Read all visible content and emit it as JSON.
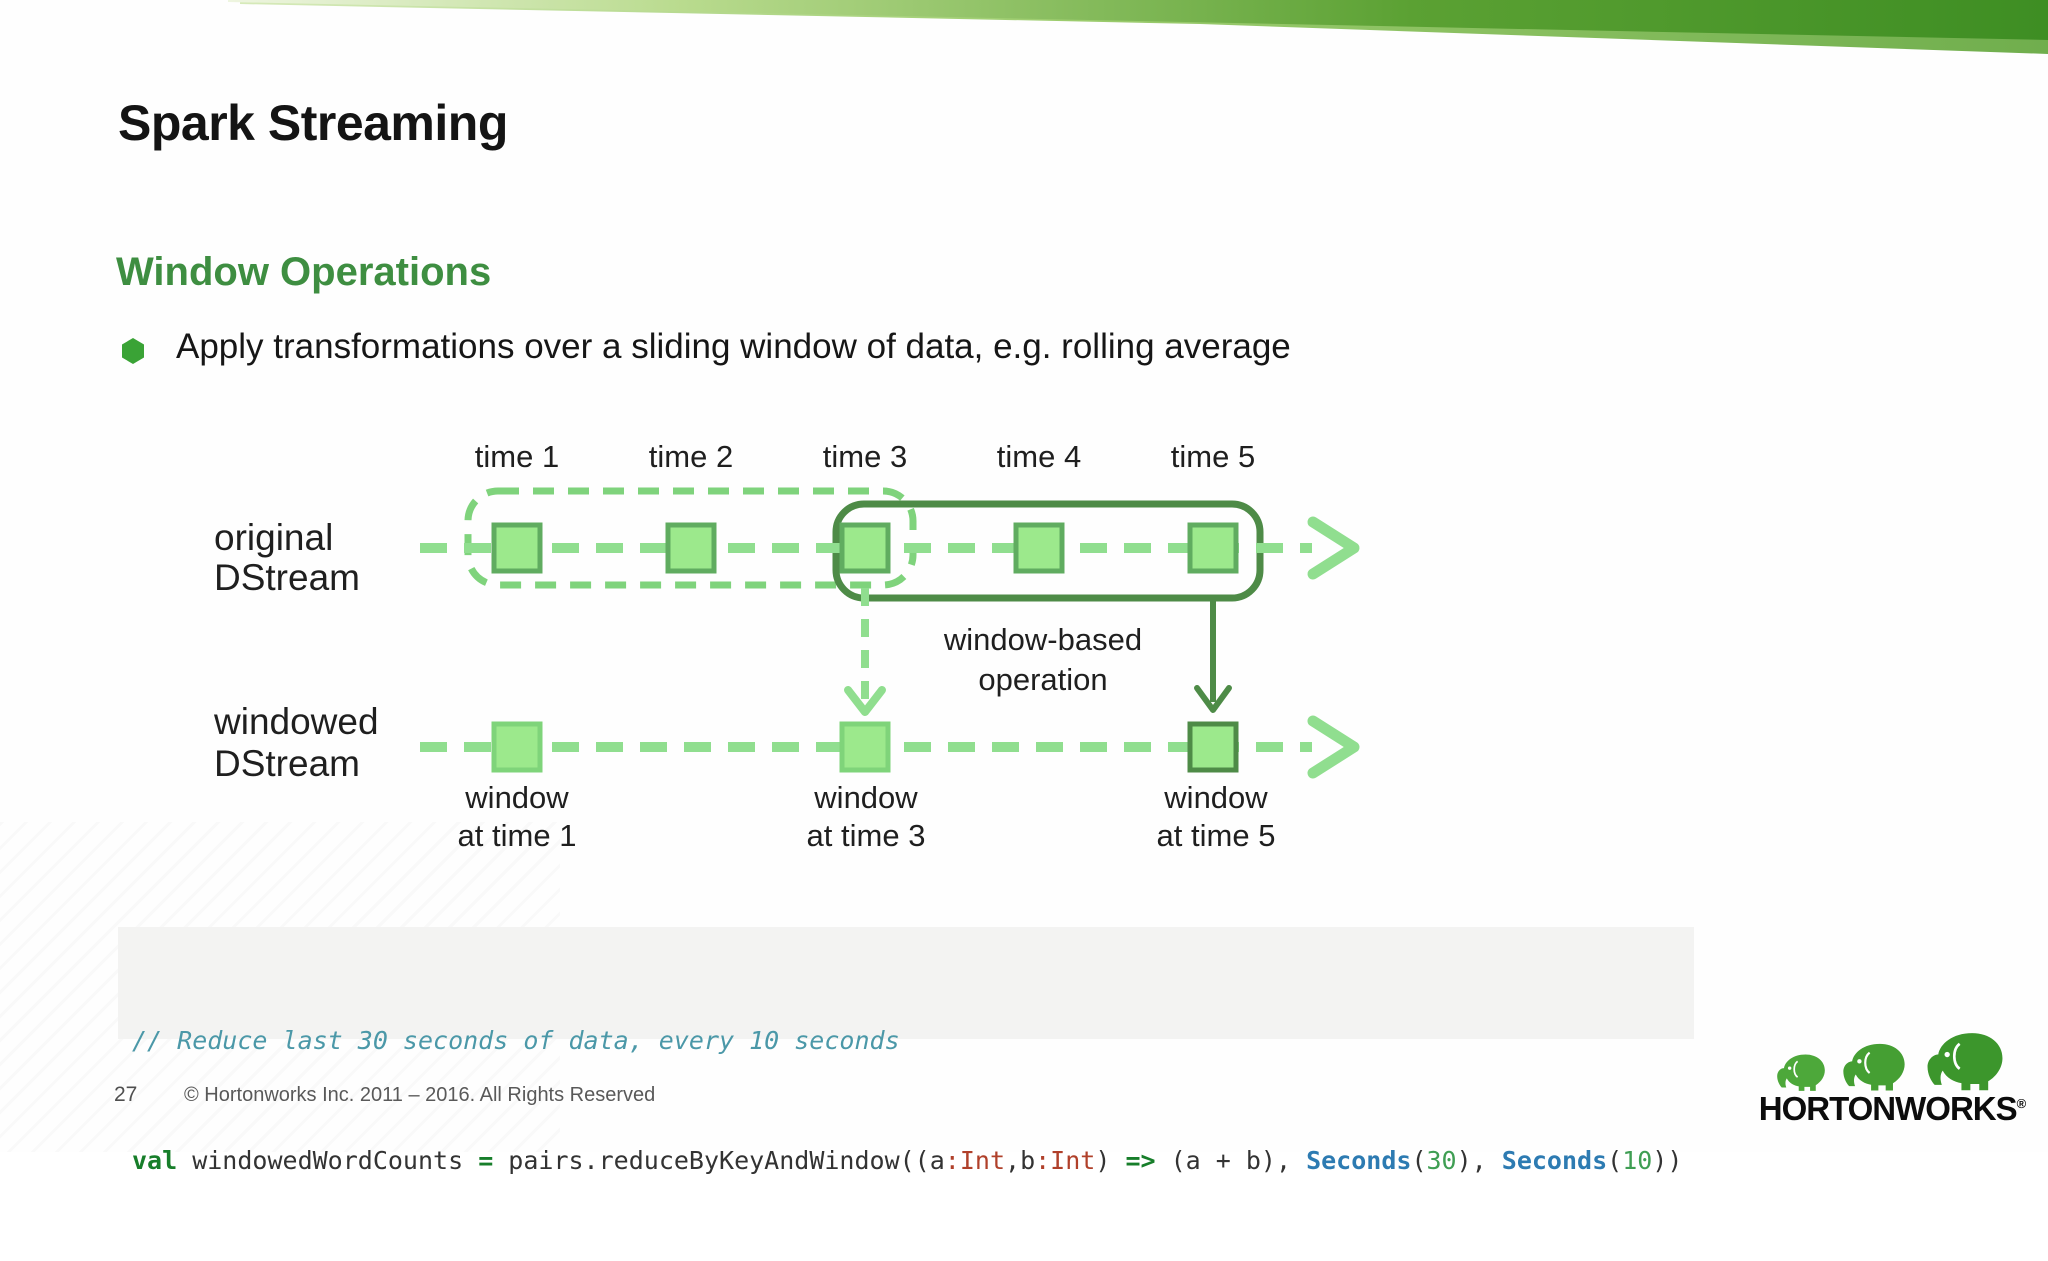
{
  "slide": {
    "title": "Spark Streaming",
    "heading": "Window Operations",
    "bullet": "Apply transformations over a sliding window of data, e.g. rolling average"
  },
  "diagram": {
    "time_labels": [
      "time 1",
      "time 2",
      "time 3",
      "time 4",
      "time 5"
    ],
    "stream_labels": {
      "original_line1": "original",
      "original_line2": "DStream",
      "windowed_line1": "windowed",
      "windowed_line2": "DStream"
    },
    "operation_line1": "window-based",
    "operation_line2": "operation",
    "window_labels": [
      {
        "line1": "window",
        "line2": "at time 1"
      },
      {
        "line1": "window",
        "line2": "at time 3"
      },
      {
        "line1": "window",
        "line2": "at time 5"
      }
    ],
    "colors": {
      "stream_dash": "#90de8f",
      "box_fill": "#9ce98c",
      "box_stroke": "#60ac60",
      "windowed_box_stroke_light": "#7fd47a",
      "dashed_window_rect": "#7fd37c",
      "solid_window_rect": "#4e8b47",
      "label_text": "#1f1f1f"
    }
  },
  "code": {
    "background": "#f3f3f2",
    "lines": [
      {
        "tokens": [
          {
            "text": "// Reduce last 30 seconds of data, every 10 seconds",
            "color": "#4b98a8",
            "italic": true
          }
        ]
      },
      {
        "tokens": [
          {
            "text": "val",
            "color": "#177e2a",
            "bold": true
          },
          {
            "text": " windowedWordCounts ",
            "color": "#333333"
          },
          {
            "text": "=",
            "color": "#177e2a",
            "bold": true
          },
          {
            "text": " pairs.reduceByKeyAndWindow((a",
            "color": "#333333"
          },
          {
            "text": ":Int",
            "color": "#b0402a"
          },
          {
            "text": ",b",
            "color": "#333333"
          },
          {
            "text": ":Int",
            "color": "#b0402a"
          },
          {
            "text": ") ",
            "color": "#333333"
          },
          {
            "text": "=>",
            "color": "#177e2a",
            "bold": true
          },
          {
            "text": " (a + b), ",
            "color": "#333333"
          },
          {
            "text": "Seconds",
            "color": "#2d7bb2",
            "bold": true
          },
          {
            "text": "(",
            "color": "#333333"
          },
          {
            "text": "30",
            "color": "#3f9e53"
          },
          {
            "text": "), ",
            "color": "#333333"
          },
          {
            "text": "Seconds",
            "color": "#2d7bb2",
            "bold": true
          },
          {
            "text": "(",
            "color": "#333333"
          },
          {
            "text": "10",
            "color": "#3f9e53"
          },
          {
            "text": "))",
            "color": "#333333"
          }
        ]
      }
    ]
  },
  "footer": {
    "page_number": "27",
    "copyright": "© Hortonworks Inc. 2011 – 2016. All Rights Reserved"
  },
  "logo": {
    "wordmark": "HORTONWORKS",
    "registered": "®",
    "elephant_green": "#46a032"
  },
  "theme": {
    "band_light": "#dcedc0",
    "band_mid": "#8cc455",
    "band_dark": "#3e8e23",
    "heading_green": "#3e8e41",
    "bullet_green": "#3aa336"
  }
}
